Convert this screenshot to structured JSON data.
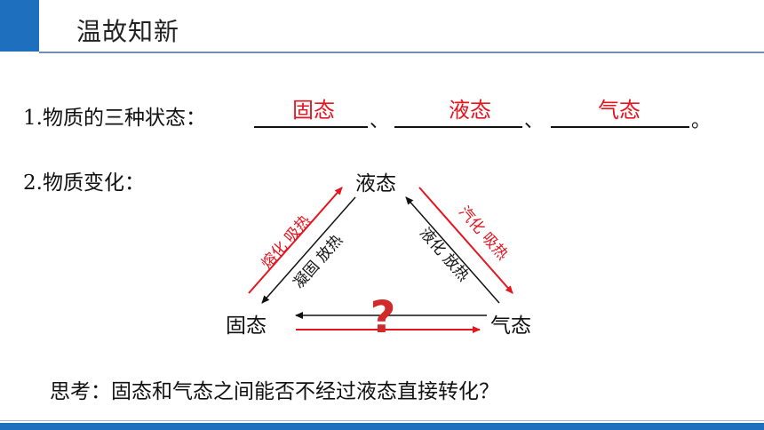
{
  "header": {
    "title": "温故知新"
  },
  "q1": {
    "label": "1.物质的三种状态：",
    "answers": [
      "固态",
      "液态",
      "气态"
    ],
    "separator": "、",
    "end": "。"
  },
  "q2": {
    "label": "2.物质变化："
  },
  "diagram": {
    "states": {
      "liquid": "液态",
      "solid": "固态",
      "gas": "气态"
    },
    "processes": {
      "melting": "熔化 吸热",
      "solidifying": "凝固 放热",
      "vaporizing": "汽化 吸热",
      "liquefying": "液化 放热"
    },
    "question_mark": "?"
  },
  "think": {
    "text": "思考：固态和气态之间能否不经过液态直接转化？"
  },
  "colors": {
    "accent": "#1f6fbf",
    "red": "#e5141e",
    "black": "#111111"
  }
}
